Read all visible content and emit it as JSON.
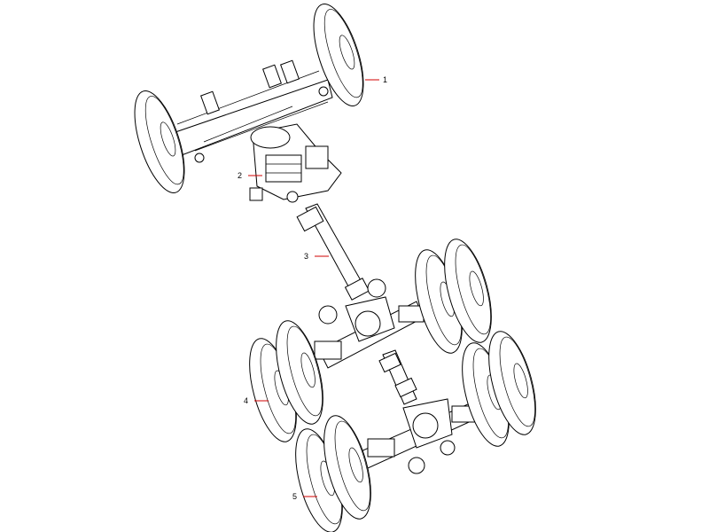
{
  "colors": {
    "leader": "#d10000",
    "ink": "#000000",
    "paper": "#ffffff"
  },
  "callouts": [
    {
      "id": "1",
      "label": "1"
    },
    {
      "id": "2",
      "label": "2"
    },
    {
      "id": "3",
      "label": "3"
    },
    {
      "id": "4",
      "label": "4"
    },
    {
      "id": "5",
      "label": "5"
    }
  ]
}
